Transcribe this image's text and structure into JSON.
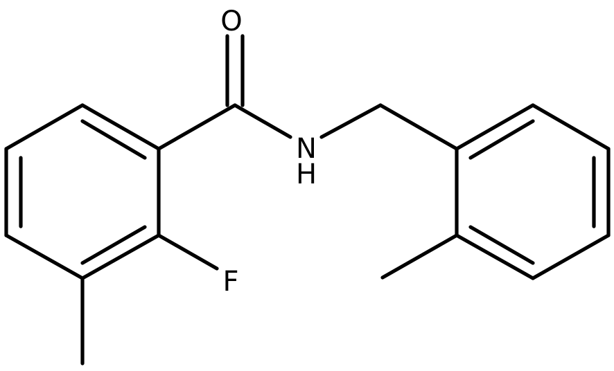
{
  "molecule": {
    "atoms": {
      "oxygen": "O",
      "nitrogen": "N",
      "hydrogen": "H",
      "fluorine": "F"
    }
  }
}
